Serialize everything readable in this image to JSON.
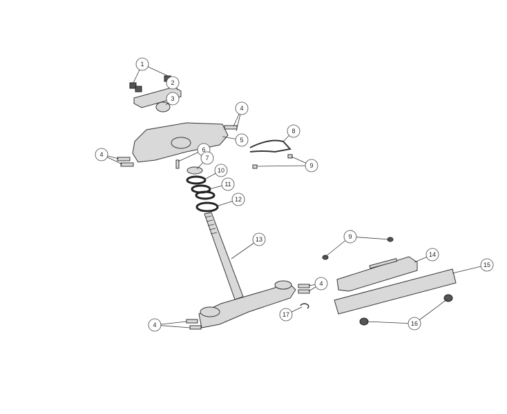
{
  "diagram": {
    "type": "exploded parts diagram",
    "callouts": [
      {
        "label": "1"
      },
      {
        "label": "2"
      },
      {
        "label": "3"
      },
      {
        "label": "4"
      },
      {
        "label": "5"
      },
      {
        "label": "8"
      },
      {
        "label": "9"
      },
      {
        "label": "4"
      },
      {
        "label": "6"
      },
      {
        "label": "7"
      },
      {
        "label": "10"
      },
      {
        "label": "11"
      },
      {
        "label": "12"
      },
      {
        "label": "13"
      },
      {
        "label": "9"
      },
      {
        "label": "14"
      },
      {
        "label": "15"
      },
      {
        "label": "4"
      },
      {
        "label": "17"
      },
      {
        "label": "16"
      },
      {
        "label": "4"
      }
    ]
  }
}
